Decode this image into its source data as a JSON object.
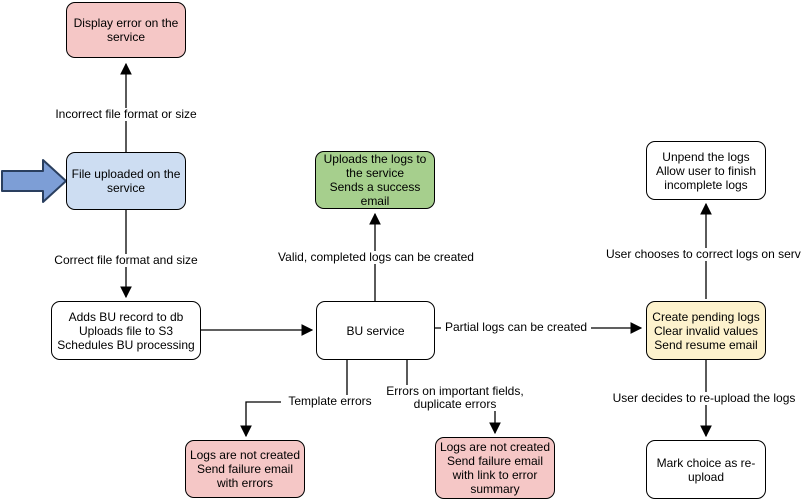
{
  "diagram": {
    "colors": {
      "node_border": "#000000",
      "error_fill": "#f5c7c6",
      "info_fill": "#cdddf2",
      "success_fill": "#a6cf8d",
      "warning_fill": "#fdf2cd",
      "neutral_fill": "#ffffff",
      "edge_color": "#000000",
      "entry_arrow_fill": "#7d9ed6",
      "entry_arrow_border": "#2a3f5f"
    },
    "nodes": {
      "display_error": "Display error on the\nservice",
      "file_uploaded": "File uploaded on the\nservice",
      "adds_bu_record": "Adds BU record to db\nUploads file to S3\nSchedules BU processing",
      "bu_service": "BU service",
      "uploads_logs_success": "Uploads the logs to\nthe service\nSends a success\nemail",
      "unpend_logs": "Unpend the logs\nAllow user to finish\nincomplete logs",
      "create_pending_logs": "Create pending logs\nClear invalid values\nSend resume email",
      "mark_reupload": "Mark choice as re-\nupload",
      "logs_not_created_template": "Logs are not created\nSend failure email\nwith errors",
      "logs_not_created_fields": "Logs are not created\nSend failure email\nwith link to error\nsummary"
    },
    "edge_labels": {
      "incorrect_format": "Incorrect file format or size",
      "correct_format": "Correct file format and size",
      "valid_logs": "Valid, completed logs can be created",
      "partial_logs": "Partial logs can be created",
      "template_errors": "Template errors",
      "field_errors": "Errors on important fields,\nduplicate errors",
      "correct_on_service": "User chooses to correct logs on service",
      "reupload": "User decides to re-upload the logs"
    }
  }
}
